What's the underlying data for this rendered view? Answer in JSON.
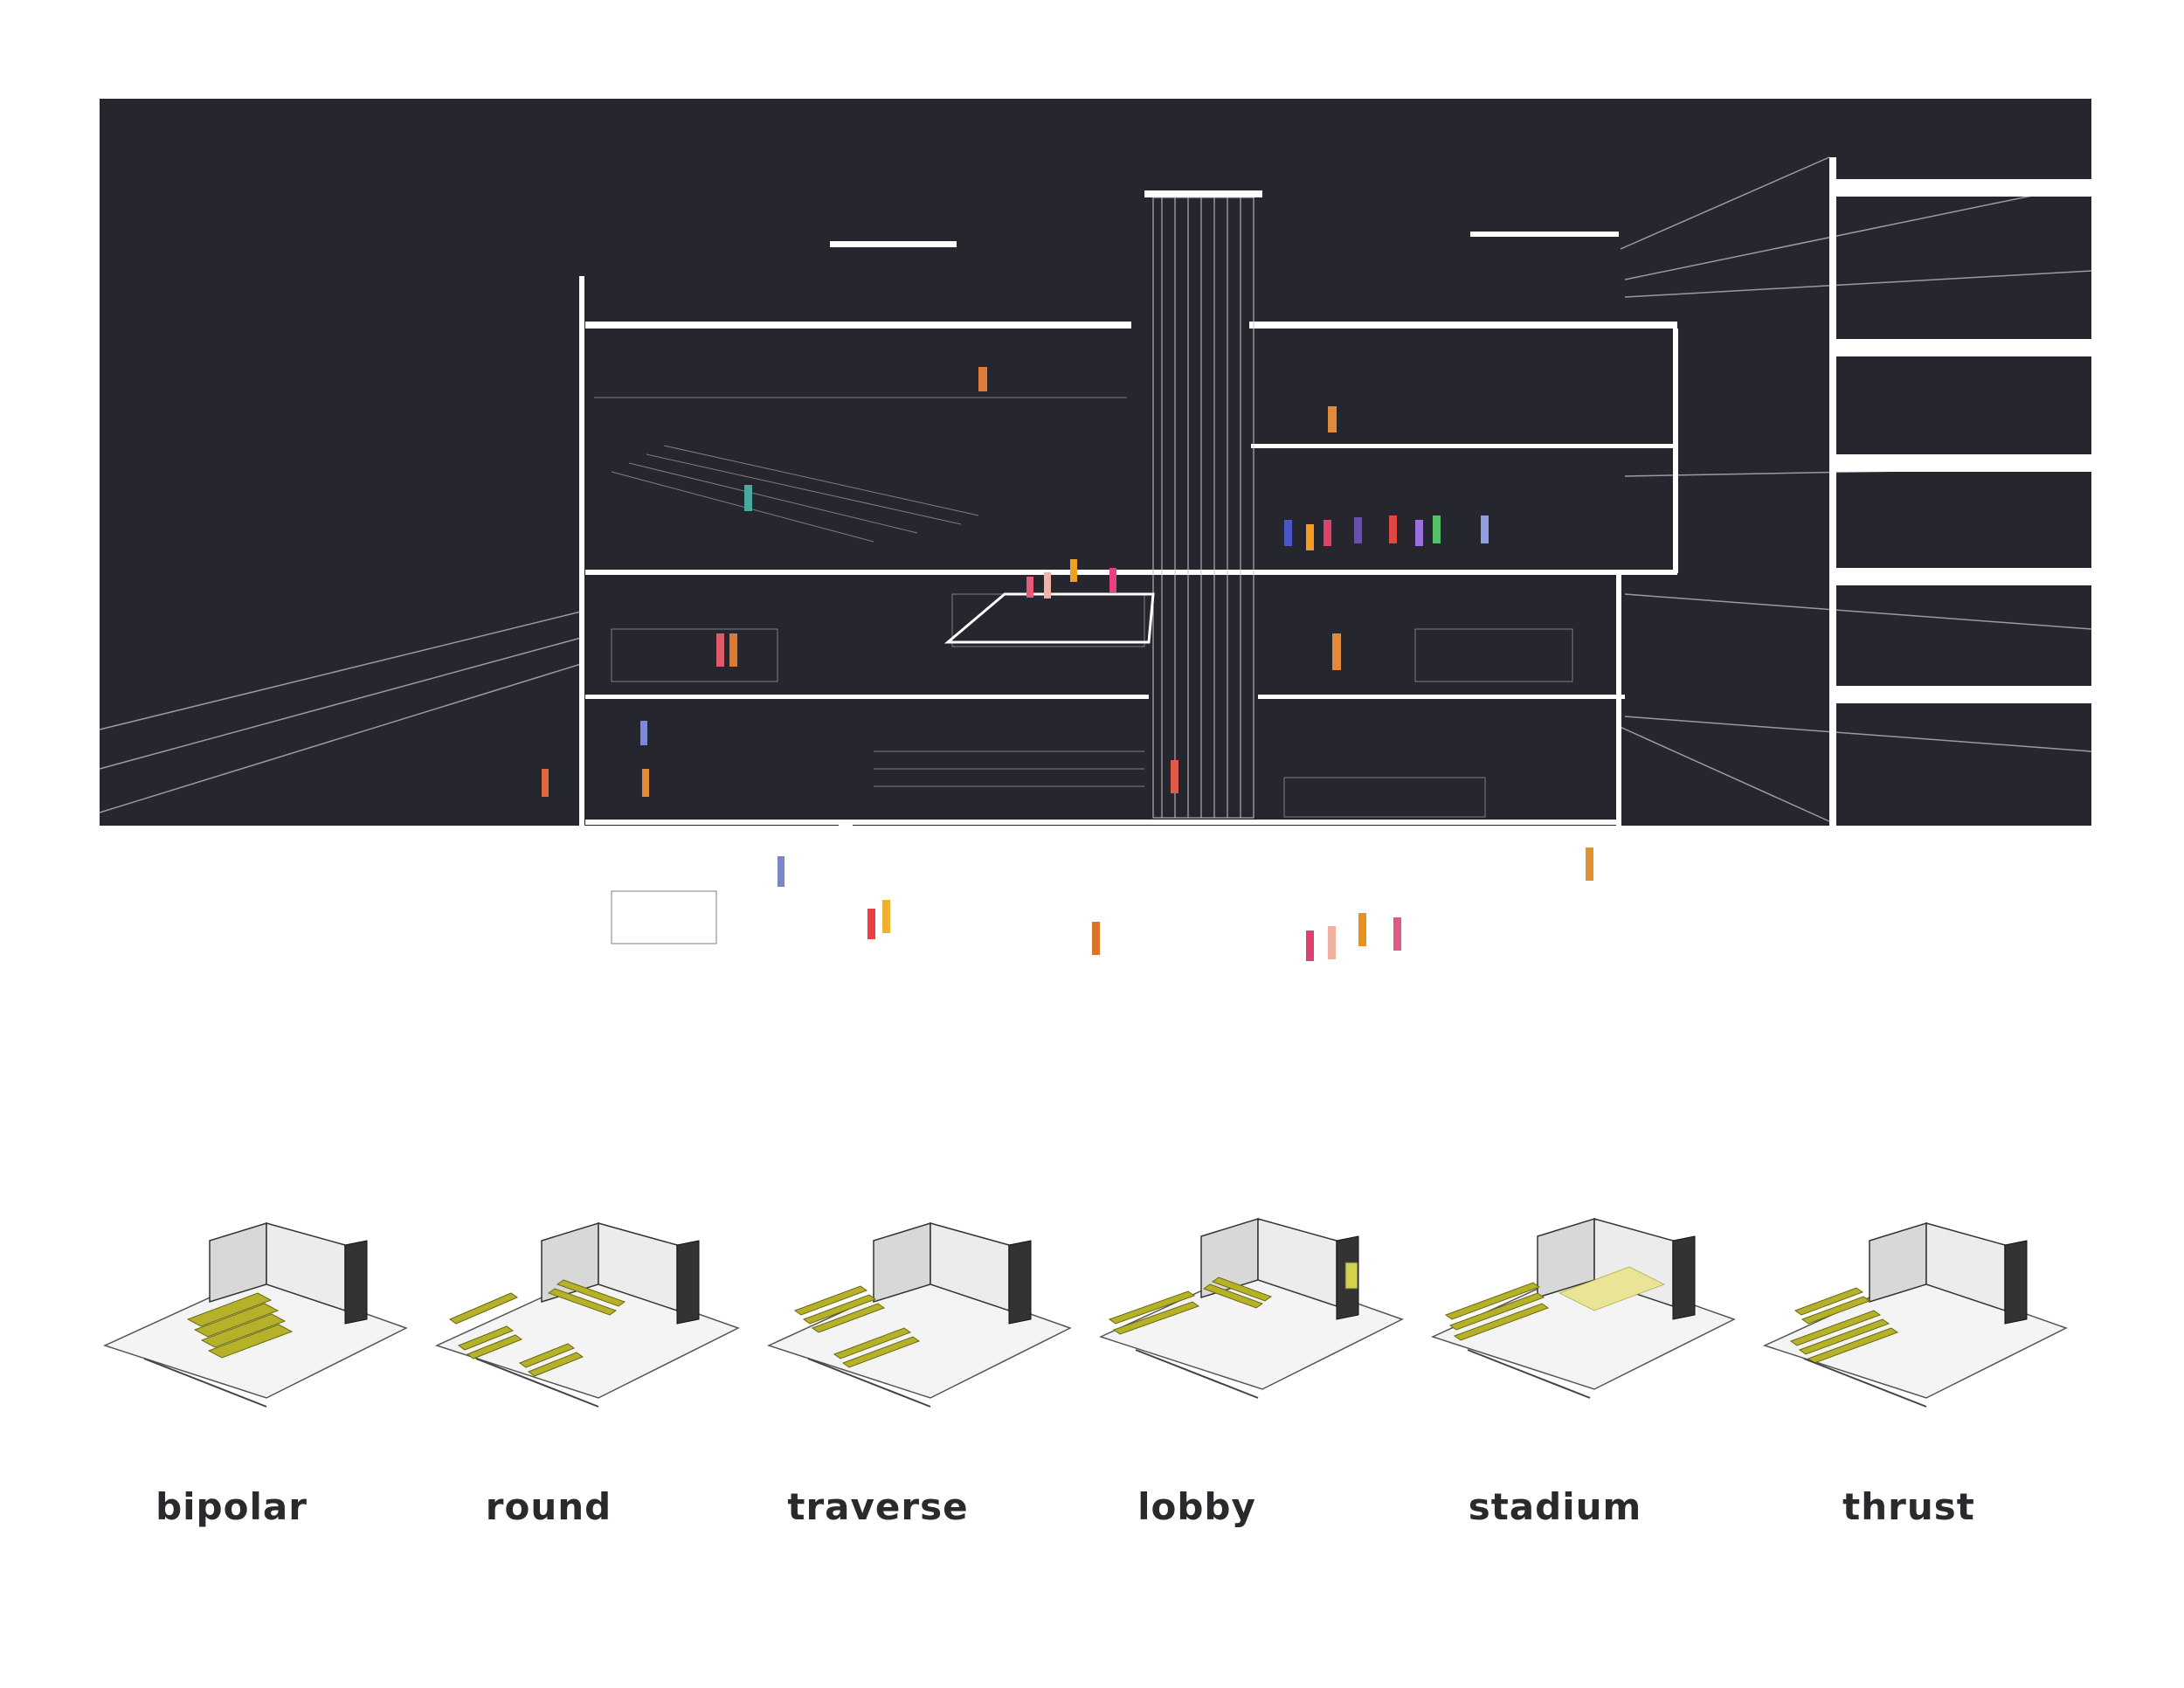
{
  "section": {
    "colors": {
      "background": "#25262e",
      "structure": "#ffffff",
      "lines": "#b8b8c2"
    }
  },
  "configurations": [
    {
      "label": "bipolar",
      "icon": "bipolar-seating-diagram"
    },
    {
      "label": "round",
      "icon": "round-seating-diagram"
    },
    {
      "label": "traverse",
      "icon": "traverse-seating-diagram"
    },
    {
      "label": "lobby",
      "icon": "lobby-seating-diagram"
    },
    {
      "label": "stadium",
      "icon": "stadium-seating-diagram"
    },
    {
      "label": "thrust",
      "icon": "thrust-seating-diagram"
    }
  ],
  "colors": {
    "seating": "#b5b22a",
    "caption": "#2a2a2e"
  }
}
